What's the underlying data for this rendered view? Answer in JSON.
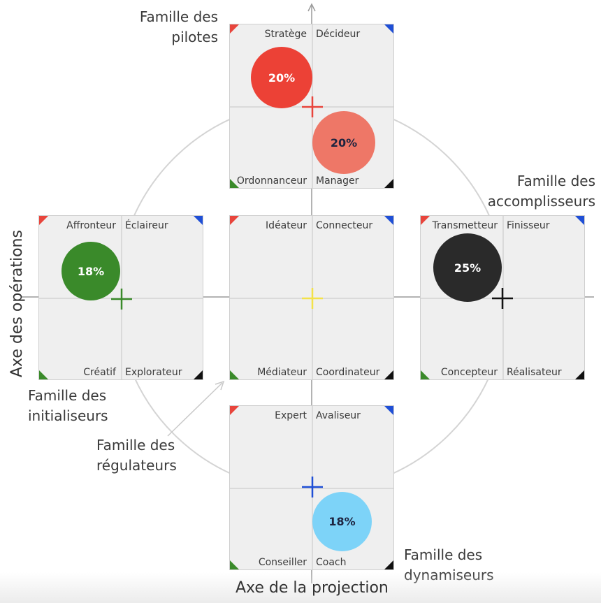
{
  "axes": {
    "vertical_label": "Axe des opérations",
    "horizontal_label": "Axe de la projection"
  },
  "families": {
    "pilotes": [
      "Famille des",
      "pilotes"
    ],
    "accomplisseurs": [
      "Famille des",
      "accomplisseurs"
    ],
    "initialiseurs": [
      "Famille des",
      "initialiseurs"
    ],
    "regulateurs": [
      "Famille des",
      "régulateurs"
    ],
    "dynamiseurs": [
      "Famille des",
      "dynamiseurs"
    ]
  },
  "panels": {
    "top": {
      "labels": [
        "Stratège",
        "Décideur",
        "Ordonnanceur",
        "Manager"
      ],
      "cross_color": "#e8453c"
    },
    "left": {
      "labels": [
        "Affronteur",
        "Éclaireur",
        "Créatif",
        "Explorateur"
      ],
      "cross_color": "#3a8a2a"
    },
    "center": {
      "labels": [
        "Idéateur",
        "Connecteur",
        "Médiateur",
        "Coordinateur"
      ],
      "cross_color": "#f3e24a"
    },
    "right": {
      "labels": [
        "Transmetteur",
        "Finisseur",
        "Concepteur",
        "Réalisateur"
      ],
      "cross_color": "#111111"
    },
    "bottom": {
      "labels": [
        "Expert",
        "Avaliseur",
        "Conseiller",
        "Coach"
      ],
      "cross_color": "#1f4fd6"
    }
  },
  "bubbles": {
    "top_a": {
      "value": "20%",
      "color": "#ec4136",
      "text_color": "#ffffff"
    },
    "top_b": {
      "value": "20%",
      "color": "#ee7767",
      "text_color": "#1e2440"
    },
    "left": {
      "value": "18%",
      "color": "#3a8a2a",
      "text_color": "#ffffff"
    },
    "right": {
      "value": "25%",
      "color": "#2a2a2a",
      "text_color": "#ffffff"
    },
    "bottom": {
      "value": "18%",
      "color": "#7dd3f8",
      "text_color": "#1e2440"
    }
  }
}
